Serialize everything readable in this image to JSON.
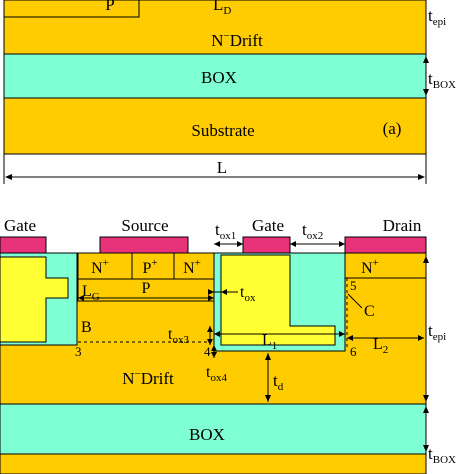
{
  "colors": {
    "gold": "#FFCC00",
    "cyan": "#7FFFD4",
    "yellow": "#FFFF33",
    "pink": "#E8327A",
    "line": "#000000"
  },
  "top_panel": {
    "p_region": "P",
    "ld": {
      "base": "L",
      "sub": "D"
    },
    "drift": {
      "base": "N",
      "sup": "−",
      "rest": "Drift"
    },
    "tepi": {
      "base": "t",
      "sub": "epi"
    },
    "box": "BOX",
    "tbox": {
      "base": "t",
      "sub": "BOX"
    },
    "substrate": "Substrate",
    "panel_label": "(a)",
    "length": "L"
  },
  "bottom_panel": {
    "gate_left": "Gate",
    "source": "Source",
    "tox1": {
      "base": "t",
      "sub": "ox1"
    },
    "gate_mid": "Gate",
    "tox2": {
      "base": "t",
      "sub": "ox2"
    },
    "drain": "Drain",
    "n_plus_1": {
      "base": "N",
      "sup": "+"
    },
    "p_plus": {
      "base": "P",
      "sup": "+"
    },
    "n_plus_2": {
      "base": "N",
      "sup": "+"
    },
    "n_plus_drain": {
      "base": "N",
      "sup": "+"
    },
    "lg": {
      "base": "L",
      "sub": "G"
    },
    "p_body": "P",
    "tox": {
      "base": "t",
      "sub": "ox"
    },
    "point_5": "5",
    "point_c": "C",
    "point_b": "B",
    "tox3": {
      "base": "t",
      "sub": "ox3"
    },
    "l1": {
      "base": "L",
      "sub": "1"
    },
    "tepi": {
      "base": "t",
      "sub": "epi"
    },
    "point_3": "3",
    "point_4": "4",
    "point_6": "6",
    "l2": {
      "base": "L",
      "sub": "2"
    },
    "drift": {
      "base": "N",
      "sup": "−",
      "rest": "Drift"
    },
    "tox4": {
      "base": "t",
      "sub": "ox4"
    },
    "td": {
      "base": "t",
      "sub": "d"
    },
    "box": "BOX",
    "tbox": {
      "base": "t",
      "sub": "BOX"
    }
  }
}
